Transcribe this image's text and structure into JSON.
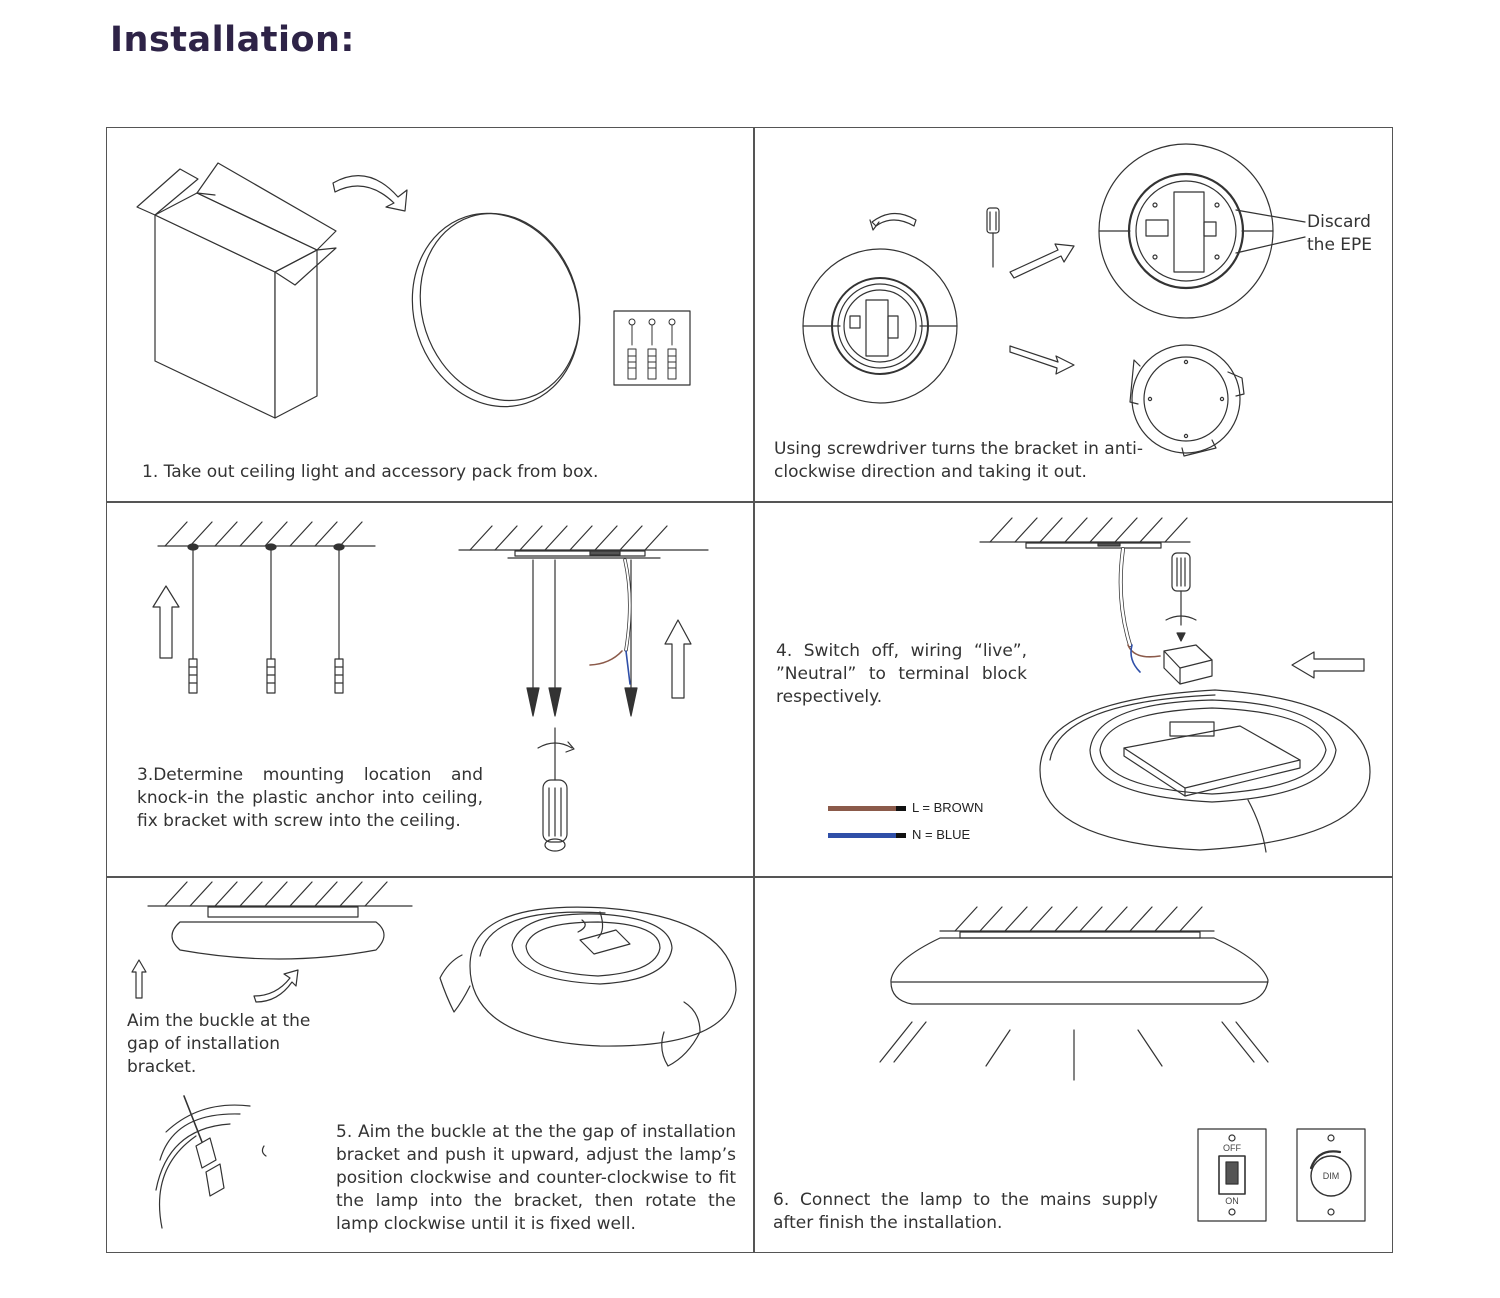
{
  "page": {
    "title": "Installation:"
  },
  "steps": [
    {
      "text": "1. Take out ceiling light and accessory pack from box."
    },
    {
      "text": "Using screwdriver turns the bracket in anti-clockwise direction and taking it out.",
      "callout": "Discard the EPE"
    },
    {
      "text": "3.Determine mounting location and knock-in the plastic anchor into ceiling, fix bracket with screw into the ceiling."
    },
    {
      "text": "4. Switch off, wiring “live”, ”Neutral” to terminal block respectively.",
      "wires": [
        {
          "label": "L = BROWN",
          "color": "#8b5a4a"
        },
        {
          "label": "N = BLUE",
          "color": "#2f4fa8"
        }
      ]
    },
    {
      "text": "5. Aim the buckle at the the gap of installation bracket and push it upward, adjust the lamp’s position clockwise and counter-clockwise to fit the lamp into the bracket, then rotate the lamp clockwise until it is fixed well.",
      "note": "Aim the buckle at the gap of installation bracket."
    },
    {
      "text": "6. Connect the lamp to the mains supply after finish the installation.",
      "switch_labels": {
        "off": "OFF",
        "on": "ON",
        "dim": "DIM"
      }
    }
  ]
}
